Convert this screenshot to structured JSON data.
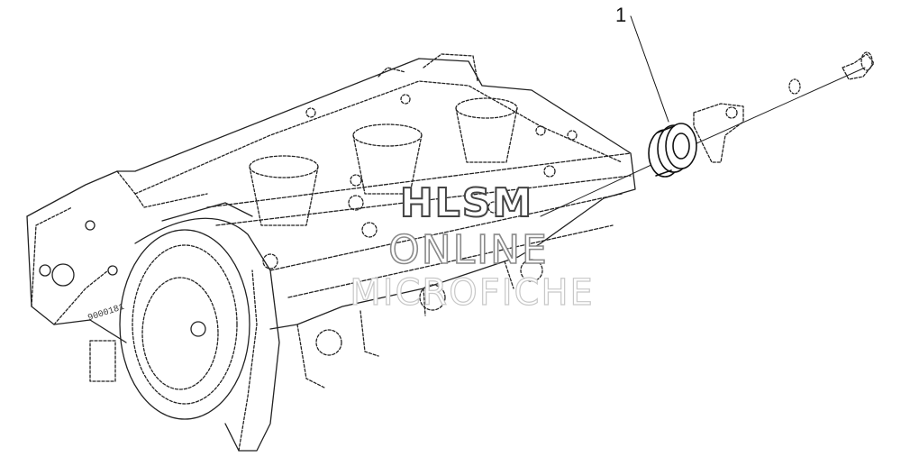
{
  "diagram": {
    "callouts": [
      {
        "label": "1"
      }
    ],
    "watermark": {
      "line1": "HLSM",
      "line2": "ONLINE",
      "line3": "MICROFICHE"
    },
    "stamp_text": "9000181",
    "colors": {
      "line": "#222222",
      "dash": "#555555",
      "background": "#ffffff"
    }
  }
}
